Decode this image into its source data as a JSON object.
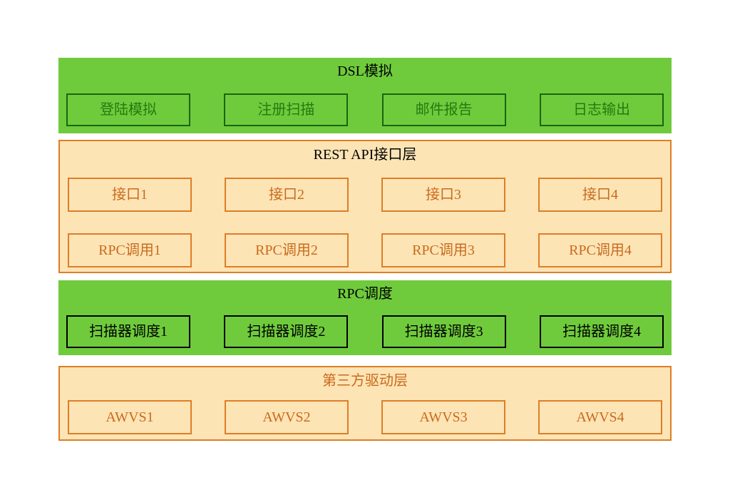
{
  "diagram": {
    "layers": [
      {
        "title": "DSL模拟",
        "nodes_rows": [
          [
            "登陆模拟",
            "注册扫描",
            "邮件报告",
            "日志输出"
          ]
        ]
      },
      {
        "title": "REST API接口层",
        "nodes_rows": [
          [
            "接口1",
            "接口2",
            "接口3",
            "接口4"
          ],
          [
            "RPC调用1",
            "RPC调用2",
            "RPC调用3",
            "RPC调用4"
          ]
        ]
      },
      {
        "title": "RPC调度",
        "nodes_rows": [
          [
            "扫描器调度1",
            "扫描器调度2",
            "扫描器调度3",
            "扫描器调度4"
          ]
        ]
      },
      {
        "title": "第三方驱动层",
        "nodes_rows": [
          [
            "AWVS1",
            "AWVS2",
            "AWVS3",
            "AWVS4"
          ]
        ]
      }
    ],
    "colors": {
      "green_band_bg": "#6fcb3c",
      "green_node_border": "#1c6410",
      "green_node_text": "#26790f",
      "black_node": "#000000",
      "peach_band_bg": "#fde4b5",
      "orange_border": "#dd7e26",
      "orange_text": "#c96a1e",
      "title_text": "#000000"
    }
  }
}
